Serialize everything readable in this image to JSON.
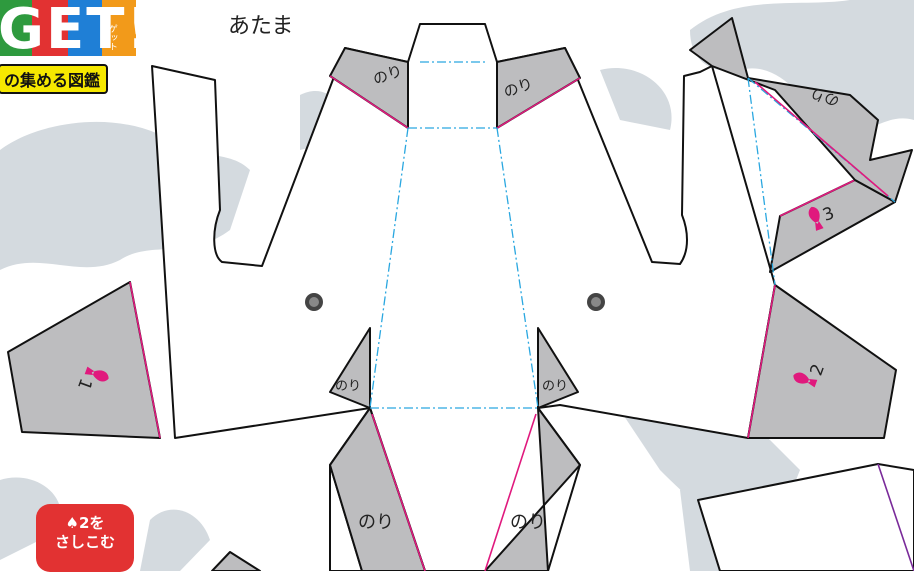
{
  "page": {
    "title": "あたま"
  },
  "logo": {
    "get_text": "GET!",
    "get_small": "ゲット",
    "subtitle": "の集める図鑑"
  },
  "glue_tabs": {
    "top_left": "のり",
    "top_right": "のり",
    "right_wing": "のり",
    "mid_left": "のり",
    "mid_right": "のり",
    "bottom_left": "のり",
    "bottom_right": "のり"
  },
  "slots": {
    "slot_1": "1",
    "slot_2": "2",
    "slot_3": "3"
  },
  "badge": {
    "line1": "2を",
    "line2": "さしこむ"
  },
  "colors": {
    "glue_gray": "#bdbdbf",
    "fold_line": "#2aa7e0",
    "accent_pink": "#e0197d",
    "badge_red": "#e23232",
    "background_map": "#d4dadf"
  },
  "icons": [
    "spade-icon",
    "eye-icon"
  ]
}
